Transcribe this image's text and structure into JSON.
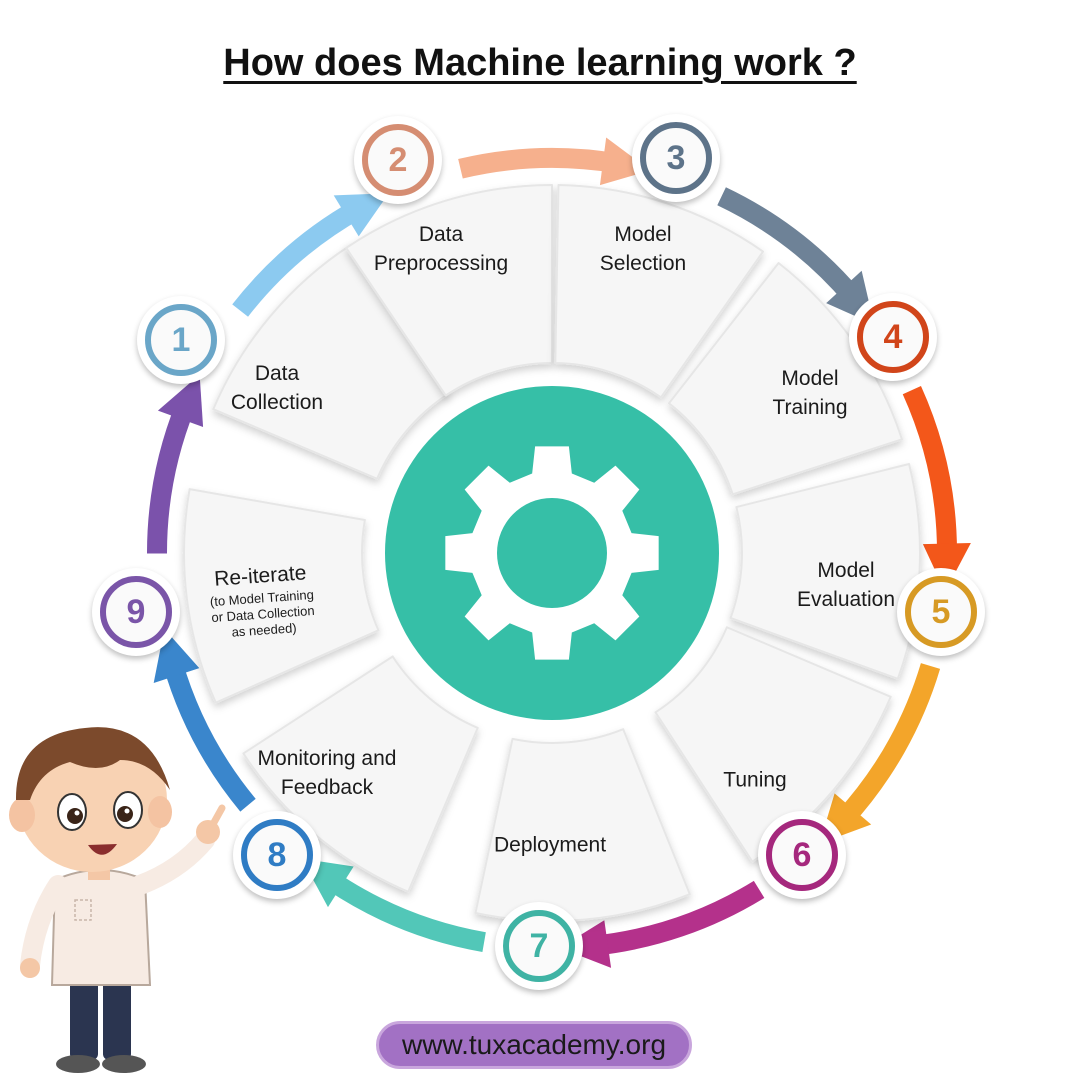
{
  "title": "How does Machine learning work ?",
  "center_icon": "gear-icon",
  "steps": [
    {
      "number": "1",
      "lines": [
        "Data",
        "Collection"
      ],
      "color": "#6aa6c8",
      "arrow_color": "#8ccaf0"
    },
    {
      "number": "2",
      "lines": [
        "Data",
        "Preprocessing"
      ],
      "color": "#d58d72",
      "arrow_color": "#f6b08d"
    },
    {
      "number": "3",
      "lines": [
        "Model",
        "Selection"
      ],
      "color": "#5d7389",
      "arrow_color": "#6e8297"
    },
    {
      "number": "4",
      "lines": [
        "Model",
        "Training"
      ],
      "color": "#d1451a",
      "arrow_color": "#f3571a"
    },
    {
      "number": "5",
      "lines": [
        "Model",
        "Evaluation"
      ],
      "color": "#d79a24",
      "arrow_color": "#f3a52a"
    },
    {
      "number": "6",
      "lines": [
        "Tuning"
      ],
      "color": "#a5287d",
      "arrow_color": "#b4318b"
    },
    {
      "number": "7",
      "lines": [
        "Deployment"
      ],
      "color": "#3fb3a4",
      "arrow_color": "#52c7b8"
    },
    {
      "number": "8",
      "lines": [
        "Monitoring and",
        "Feedback"
      ],
      "color": "#2f7cc4",
      "arrow_color": "#3a86cc"
    },
    {
      "number": "9",
      "lines": [
        "Re-iterate"
      ],
      "sub_lines": [
        "(to Model Training",
        "or  Data Collection",
        "as needed)"
      ],
      "color": "#7a55a8",
      "arrow_color": "#7b52ab"
    }
  ],
  "mascot": "cartoon-boy-pointing",
  "url": "www.tuxacademy.org",
  "colors": {
    "center_circle": "#36bfa7",
    "url_pill": "#a271c4"
  }
}
